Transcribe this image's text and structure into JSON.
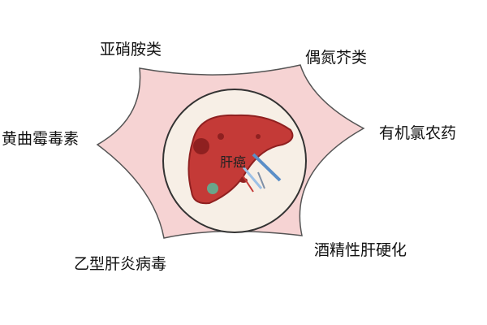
{
  "center": {
    "label": "肝癌"
  },
  "risk_factors": [
    {
      "id": "nitrosamines",
      "label": "亚硝胺类"
    },
    {
      "id": "azo",
      "label": "偶氮芥类"
    },
    {
      "id": "aflatoxin",
      "label": "黄曲霉毒素"
    },
    {
      "id": "organochlorine",
      "label": "有机氯农药"
    },
    {
      "id": "hepatitis-b",
      "label": "乙型肝炎病毒"
    },
    {
      "id": "cirrhosis",
      "label": "酒精性肝硬化"
    }
  ],
  "colors": {
    "star_fill": "#f6d3d3",
    "star_stroke": "#555555",
    "circle_fill": "#f7efe6",
    "liver": "#c43a37",
    "liver_dark": "#8f2020",
    "needle": "#5b8ec7"
  }
}
